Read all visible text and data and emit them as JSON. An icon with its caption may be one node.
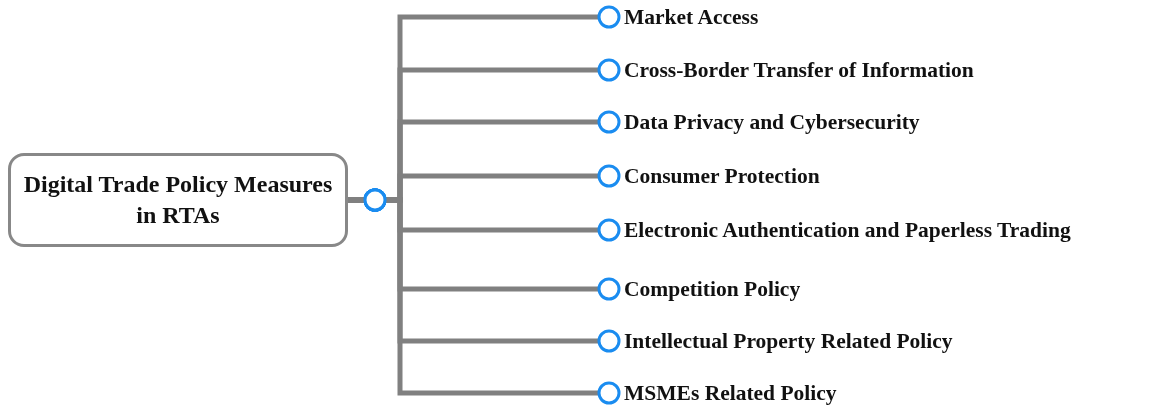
{
  "diagram": {
    "nodes": [
      {
        "text": [
          "Digital Trade Policy Measures in RTAs"
        ]
      },
      {
        "text": [
          "Market Access"
        ]
      },
      {
        "text": [
          "Cross-Border Transfer of Information"
        ]
      },
      {
        "text": [
          "Data Privacy and Cybersecurity"
        ]
      },
      {
        "text": [
          "Consumer Protection"
        ]
      },
      {
        "text": [
          "Electronic Authentication and Paperless Trading"
        ]
      },
      {
        "text": [
          "Competition Policy"
        ]
      },
      {
        "text": [
          "Intellectual Property Related Policy"
        ]
      },
      {
        "text": [
          "MSMEs Related Policy"
        ]
      }
    ],
    "edges": [
      {
        "from": 0,
        "to": 1,
        "arrow": "other"
      },
      {
        "from": 0,
        "to": 2,
        "arrow": "other"
      },
      {
        "from": 0,
        "to": 3,
        "arrow": "other"
      },
      {
        "from": 0,
        "to": 4,
        "arrow": "other"
      },
      {
        "from": 0,
        "to": 5,
        "arrow": "other"
      },
      {
        "from": 0,
        "to": 6,
        "arrow": "other"
      },
      {
        "from": 0,
        "to": 7,
        "arrow": "other"
      },
      {
        "from": 0,
        "to": 8,
        "arrow": "other"
      }
    ]
  }
}
